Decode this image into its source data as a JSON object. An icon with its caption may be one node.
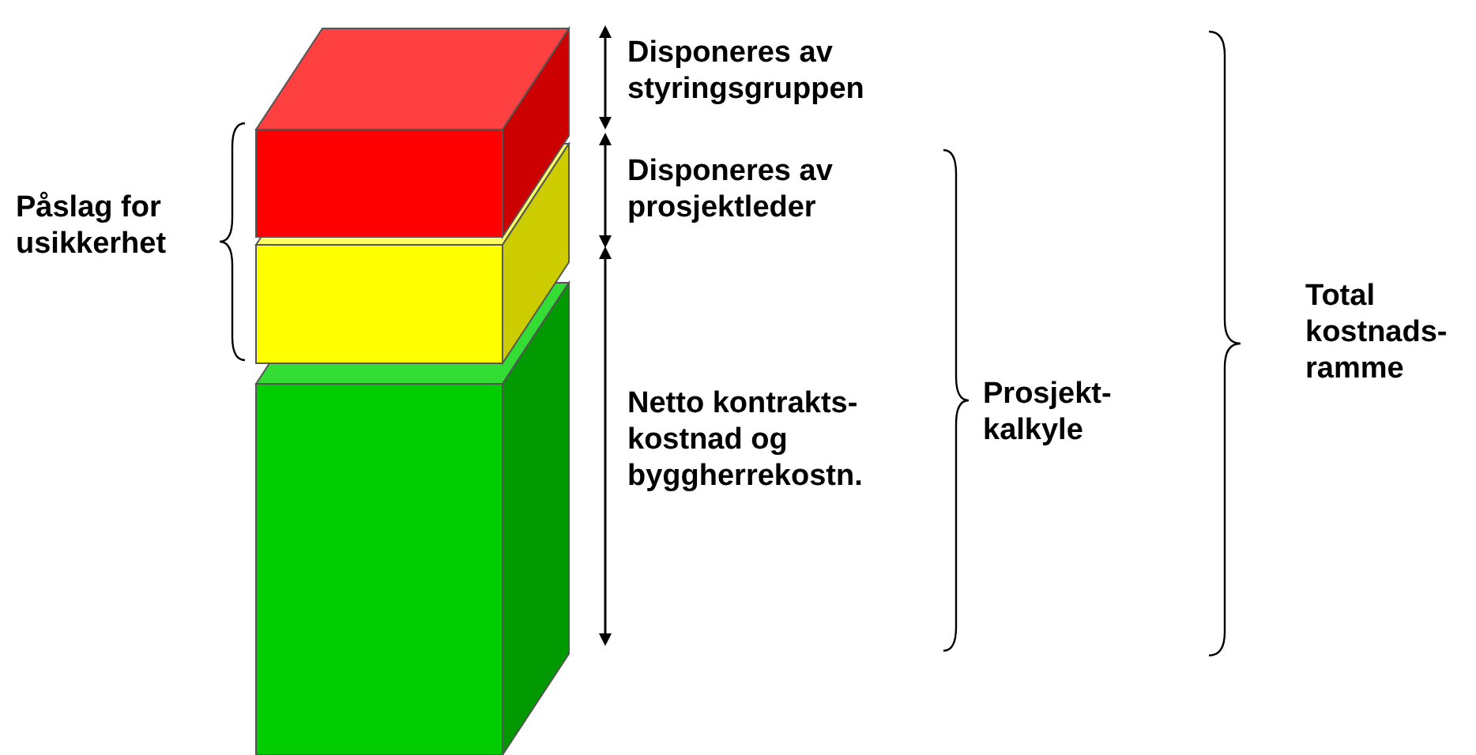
{
  "diagram": {
    "nodes": [
      {
        "text": [],
        "shape": "box",
        "beside": [
          "Disponeres av styringsgruppen"
        ]
      },
      {
        "text": [],
        "shape": "box",
        "beside": [
          "Disponeres av prosjektleder"
        ]
      },
      {
        "text": [],
        "shape": "box",
        "beside": [
          "Netto kontrakts-kostnad og byggherrekostn."
        ]
      }
    ],
    "labels": [
      "Påslag for usikkerhet",
      "Prosjekt-kalkyle",
      "Total kostnads-ramme"
    ]
  }
}
